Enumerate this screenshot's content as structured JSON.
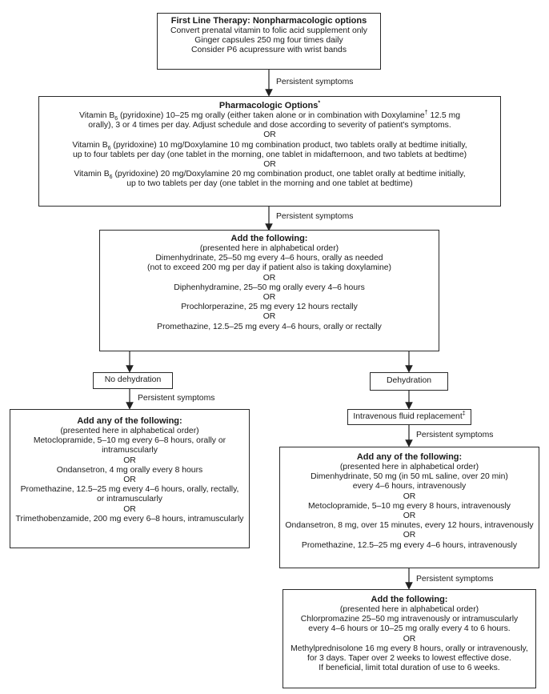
{
  "box1": {
    "title": "First Line Therapy: Nonpharmacologic options",
    "lines": [
      "Convert prenatal vitamin to folic acid supplement only",
      "Ginger capsules 250 mg four times daily",
      "Consider P6 acupressure with wrist bands"
    ]
  },
  "labels": {
    "persistent": "Persistent symptoms"
  },
  "box2": {
    "title": "Pharmacologic Options",
    "title_mark": "*",
    "opt1_a": "Vitamin B",
    "opt1_sub": "6",
    "opt1_b": " (pyridoxine) 10–25 mg orally (either taken alone or in combination with Doxylamine",
    "opt1_dagger": "†",
    "opt1_c": " 12.5 mg",
    "opt1_line2": "orally), 3 or 4 times per day. Adjust schedule and dose according to severity of patient's symptoms.",
    "or": "OR",
    "opt2_a": "Vitamin B",
    "opt2_sub": "6",
    "opt2_b": " (pyridoxine) 10 mg/Doxylamine 10 mg combination product, two tablets orally at bedtime initially,",
    "opt2_line2": "up to four tablets per day (one tablet in the morning, one tablet in midafternoon, and two tablets at bedtime)",
    "opt3_a": "Vitamin B",
    "opt3_sub": "6",
    "opt3_b": " (pyridoxine) 20 mg/Doxylamine 20 mg combination product, one tablet orally at bedtime initially,",
    "opt3_line2": "up to two tablets per day (one tablet in the morning and one tablet at bedtime)"
  },
  "box3": {
    "title": "Add the following:",
    "subtitle": "(presented here in alphabetical order)",
    "lines": [
      "Dimenhydrinate, 25–50 mg every 4–6 hours, orally as needed",
      "(not to exceed 200 mg per day if patient also is taking doxylamine)",
      "OR",
      "Diphenhydramine, 25–50 mg orally every 4–6 hours",
      "OR",
      "Prochlorperazine, 25 mg every 12 hours rectally",
      "OR",
      "Promethazine, 12.5–25 mg every 4–6 hours, orally or rectally"
    ]
  },
  "no_dehydration": "No dehydration",
  "dehydration": "Dehydration",
  "iv_fluid": "Intravenous fluid replacement",
  "iv_fluid_mark": "‡",
  "box_left": {
    "title": "Add any of the following:",
    "subtitle": "(presented here in alphabetical order)",
    "lines": [
      "Metoclopramide, 5–10 mg every 6–8 hours, orally or",
      "intramuscularly",
      "OR",
      "Ondansetron, 4 mg orally every 8 hours",
      "OR",
      "Promethazine, 12.5–25 mg every 4–6 hours, orally, rectally,",
      "or intramuscularly",
      "OR",
      "Trimethobenzamide, 200 mg every 6–8 hours, intramuscularly"
    ]
  },
  "box_right": {
    "title": "Add any of the following:",
    "subtitle": "(presented here in alphabetical order)",
    "lines": [
      "Dimenhydrinate, 50 mg (in 50 mL saline, over 20 min)",
      "every 4–6 hours, intravenously",
      "OR",
      "Metoclopramide, 5–10 mg every 8 hours, intravenously",
      "OR",
      "Ondansetron, 8 mg, over 15 minutes, every 12 hours, intravenously",
      "OR",
      "Promethazine, 12.5–25 mg every 4–6 hours, intravenously"
    ]
  },
  "box_final": {
    "title": "Add the following:",
    "subtitle": "(presented here in alphabetical order)",
    "lines": [
      "Chlorpromazine 25–50 mg intravenously or intramuscularly",
      "every 4–6 hours or 10–25 mg orally every 4 to 6 hours.",
      "OR",
      "Methylprednisolone 16 mg every 8 hours, orally or intravenously,",
      "for 3 days. Taper over 2 weeks to lowest effective dose.",
      "If beneficial, limit total duration of use to 6 weeks."
    ]
  }
}
